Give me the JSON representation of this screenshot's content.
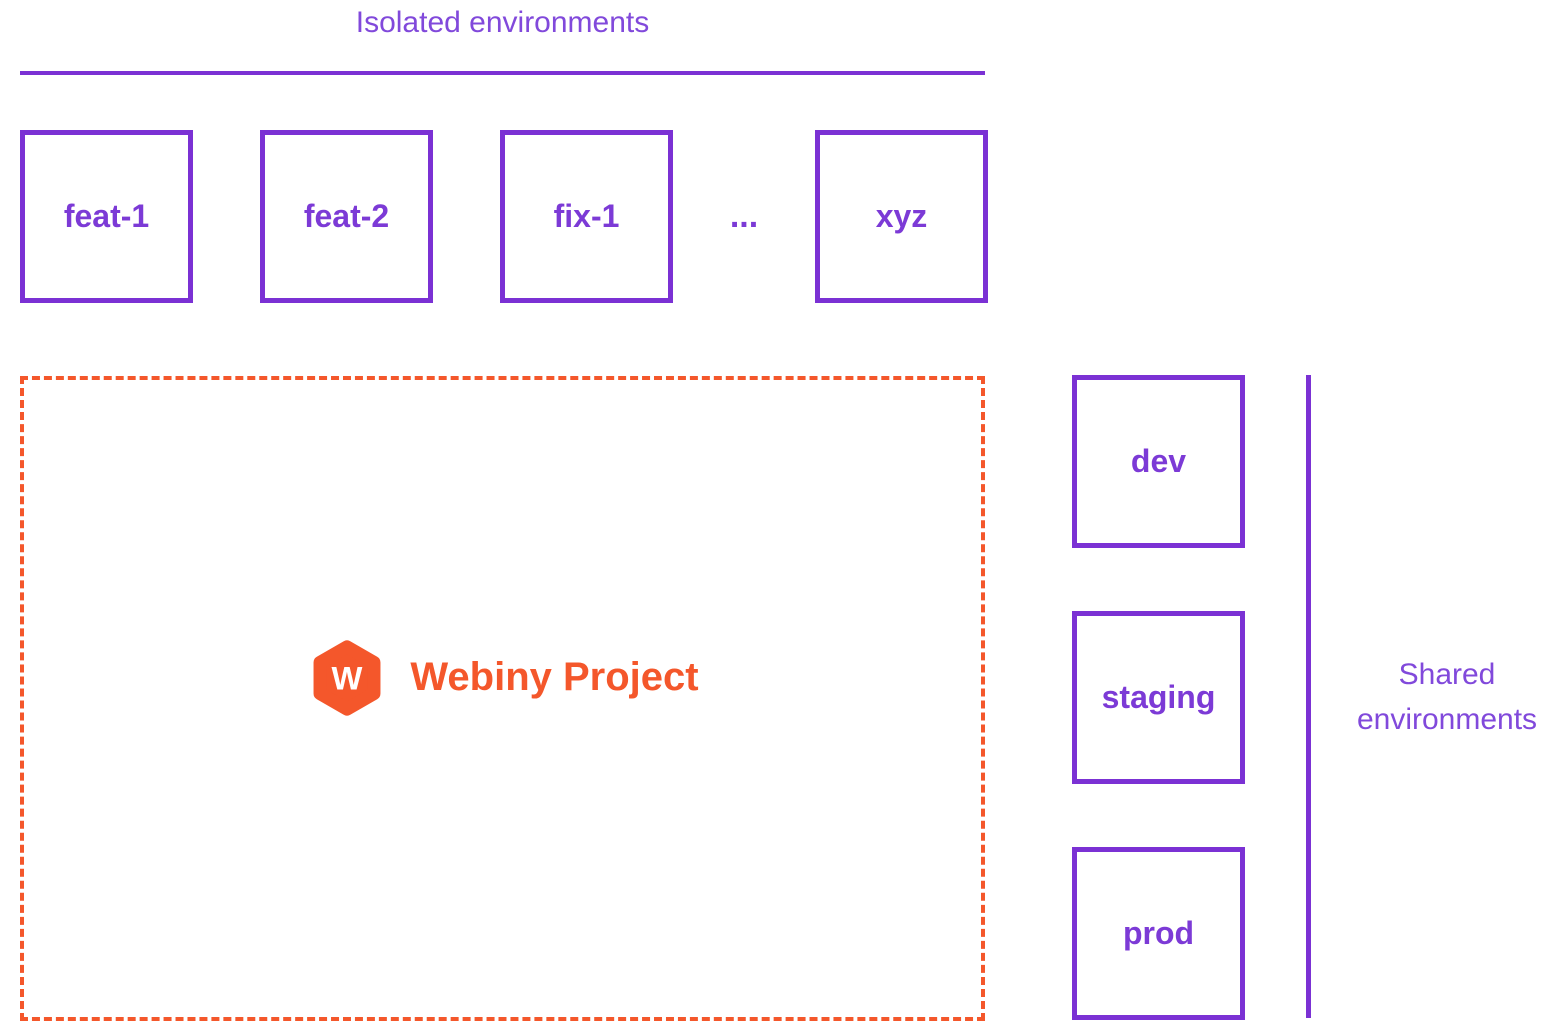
{
  "colors": {
    "purple": "#7B31D4",
    "purple-label": "#7C3AD6",
    "purple-text": "#8149DB",
    "orange": "#F4572B",
    "orange-dash": "#F2552C"
  },
  "isolated": {
    "title": "Isolated environments",
    "boxes": [
      "feat-1",
      "feat-2",
      "fix-1",
      "xyz"
    ],
    "ellipsis": "..."
  },
  "project": {
    "label": "Webiny Project",
    "logo_icon": "webiny-hexagon-logo",
    "logo_letter": "W"
  },
  "shared": {
    "title": "Shared environments",
    "boxes": [
      "dev",
      "staging",
      "prod"
    ]
  }
}
